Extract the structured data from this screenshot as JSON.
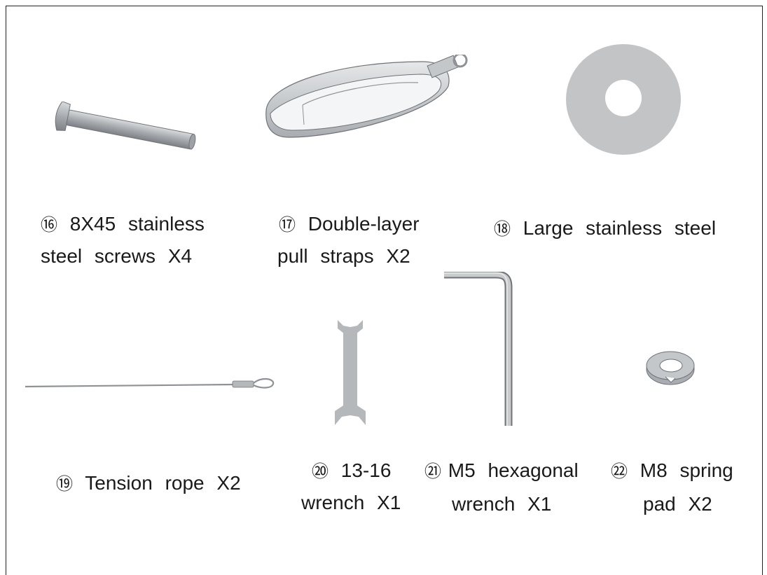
{
  "parts": [
    {
      "num": "⑯",
      "line1": "8X45 stainless",
      "line2": "steel screws X4",
      "icon": "screw-icon"
    },
    {
      "num": "⑰",
      "line1": "Double-layer",
      "line2": "pull straps X2",
      "icon": "pull-strap-icon"
    },
    {
      "num": "⑱",
      "line1": "Large stainless steel",
      "icon": "washer-icon"
    },
    {
      "num": "⑲",
      "line1": "Tension rope X2",
      "icon": "tension-rope-icon"
    },
    {
      "num": "⑳",
      "line1": "13-16",
      "line2": "wrench X1",
      "icon": "open-end-wrench-icon"
    },
    {
      "num": "㉑",
      "line1": "M5 hexagonal",
      "line2": "wrench X1",
      "icon": "hex-key-icon"
    },
    {
      "num": "㉒",
      "line1": "M8 spring",
      "line2": "pad X2",
      "icon": "spring-washer-icon"
    }
  ],
  "colors": {
    "metal": "#b5b8bb",
    "metal_dark": "#8e9296",
    "outline": "#6f7377",
    "border": "#222222"
  }
}
